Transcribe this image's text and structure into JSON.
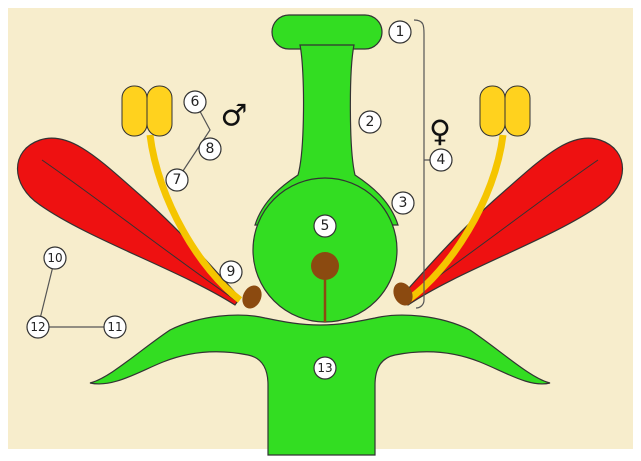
{
  "colors": {
    "background": "#F7EDCC",
    "green": "#33DD22",
    "red": "#EE1111",
    "yellow": "#F5C500",
    "yellow_anther": "#FFD21E",
    "brown": "#8B4A10",
    "outline": "#333333"
  },
  "labels": [
    {
      "id": "l1",
      "text": "1"
    },
    {
      "id": "l2",
      "text": "2"
    },
    {
      "id": "l3",
      "text": "3"
    },
    {
      "id": "l4",
      "text": "4"
    },
    {
      "id": "l5",
      "text": "5"
    },
    {
      "id": "l6",
      "text": "6"
    },
    {
      "id": "l7",
      "text": "7"
    },
    {
      "id": "l8",
      "text": "8"
    },
    {
      "id": "l9",
      "text": "9"
    },
    {
      "id": "l10",
      "text": "10"
    },
    {
      "id": "l11",
      "text": "11"
    },
    {
      "id": "l12",
      "text": "12"
    },
    {
      "id": "l13",
      "text": "13"
    }
  ],
  "symbols": {
    "male": "♂",
    "female": "♀"
  }
}
